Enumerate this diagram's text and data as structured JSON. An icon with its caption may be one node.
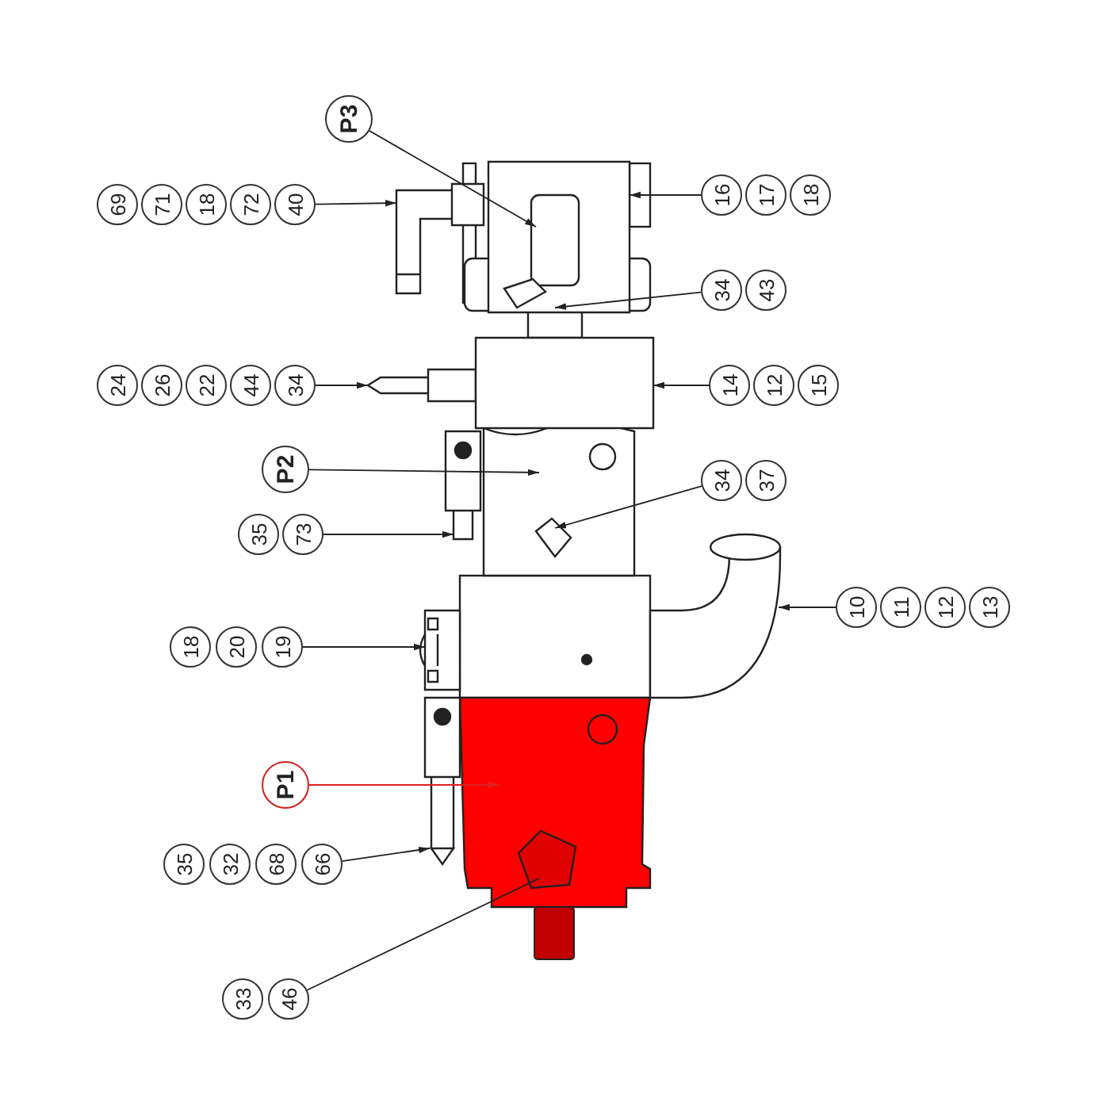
{
  "diagram": {
    "nodes": [
      {
        "text": [
          "P3"
        ]
      },
      {
        "text": [
          "69"
        ]
      },
      {
        "text": [
          "71"
        ]
      },
      {
        "text": [
          "18"
        ]
      },
      {
        "text": [
          "72"
        ]
      },
      {
        "text": [
          "40"
        ]
      },
      {
        "text": [
          "16"
        ]
      },
      {
        "text": [
          "17"
        ]
      },
      {
        "text": [
          "18"
        ]
      },
      {
        "text": [
          "34"
        ]
      },
      {
        "text": [
          "43"
        ]
      },
      {
        "text": [
          "24"
        ]
      },
      {
        "text": [
          "26"
        ]
      },
      {
        "text": [
          "22"
        ]
      },
      {
        "text": [
          "44"
        ]
      },
      {
        "text": [
          "34"
        ]
      },
      {
        "text": [
          "14"
        ]
      },
      {
        "text": [
          "12"
        ]
      },
      {
        "text": [
          "15"
        ]
      },
      {
        "text": [
          "P2"
        ]
      },
      {
        "text": [
          "34"
        ]
      },
      {
        "text": [
          "37"
        ]
      },
      {
        "text": [
          "35"
        ]
      },
      {
        "text": [
          "73"
        ]
      },
      {
        "text": [
          "18"
        ]
      },
      {
        "text": [
          "20"
        ]
      },
      {
        "text": [
          "19"
        ]
      },
      {
        "text": [
          "10"
        ]
      },
      {
        "text": [
          "11"
        ]
      },
      {
        "text": [
          "12"
        ]
      },
      {
        "text": [
          "13"
        ]
      },
      {
        "text": [
          "P1"
        ]
      },
      {
        "text": [
          "35"
        ]
      },
      {
        "text": [
          "32"
        ]
      },
      {
        "text": [
          "68"
        ]
      },
      {
        "text": [
          "66"
        ]
      },
      {
        "text": [
          "33"
        ]
      },
      {
        "text": [
          "46"
        ]
      },
      {
        "text": [],
        "shape": "picture"
      },
      {
        "text": [],
        "shape": "picture"
      },
      {
        "text": [],
        "shape": "picture"
      },
      {
        "text": [],
        "shape": "picture"
      },
      {
        "text": [],
        "shape": "picture"
      },
      {
        "text": [],
        "shape": "picture"
      },
      {
        "text": [],
        "shape": "picture"
      },
      {
        "text": [],
        "shape": "picture"
      },
      {
        "text": [],
        "shape": "picture"
      },
      {
        "text": [],
        "shape": "picture"
      }
    ],
    "edges": [
      {
        "from": 0,
        "to": 38,
        "arrow": "to"
      },
      {
        "from": 5,
        "to": 41,
        "arrow": "to"
      },
      {
        "from": 6,
        "to": 38,
        "arrow": "to"
      },
      {
        "from": 9,
        "to": 38,
        "arrow": "to"
      },
      {
        "from": 15,
        "to": 42,
        "arrow": "to"
      },
      {
        "from": 16,
        "to": 43,
        "arrow": "to"
      },
      {
        "from": 19,
        "to": 39,
        "arrow": "to"
      },
      {
        "from": 20,
        "to": 39,
        "arrow": "to"
      },
      {
        "from": 23,
        "to": 44,
        "arrow": "to"
      },
      {
        "from": 26,
        "to": 45,
        "arrow": "to"
      },
      {
        "from": 27,
        "to": 46,
        "arrow": "to"
      },
      {
        "from": 31,
        "to": 40,
        "arrow": "to",
        "color": "#e02020"
      },
      {
        "from": 35,
        "to": 47,
        "arrow": "to"
      },
      {
        "from": 37,
        "to": 40,
        "arrow": "none"
      }
    ]
  }
}
